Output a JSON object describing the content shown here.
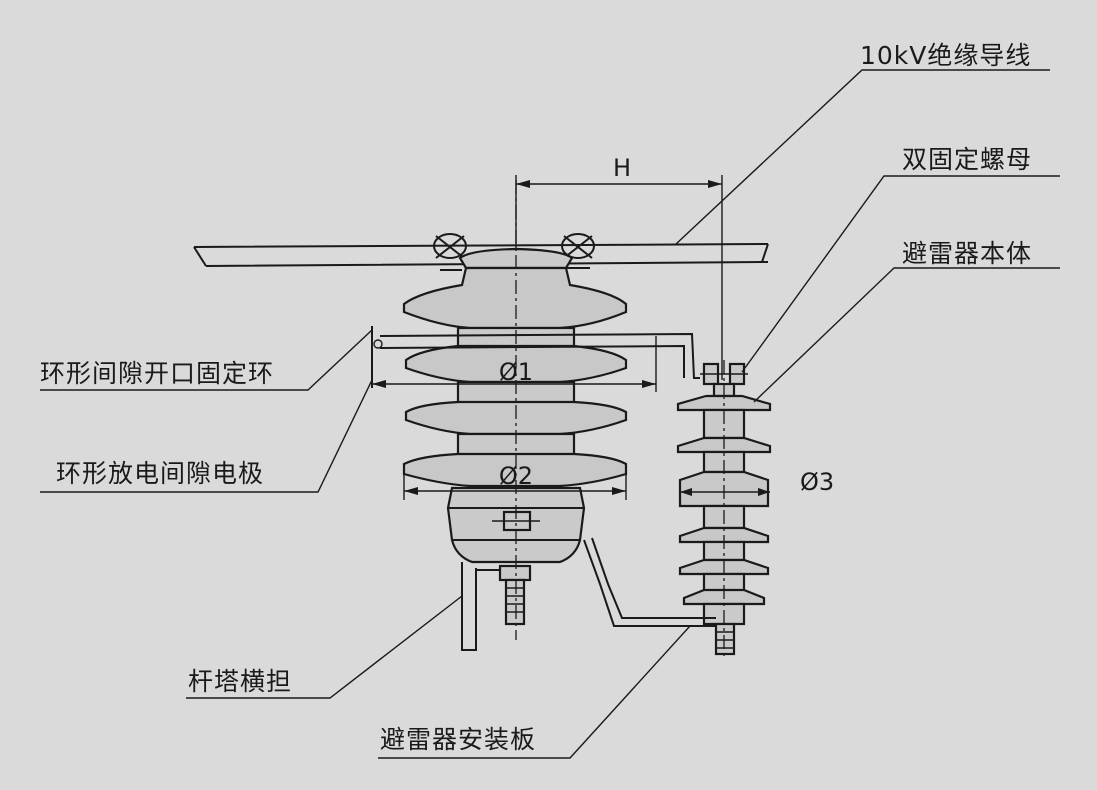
{
  "labels": {
    "conductor": "10kV绝缘导线",
    "double_nut": "双固定螺母",
    "arrester_body": "避雷器本体",
    "ring_gap_fixing_ring": "环形间隙开口固定环",
    "ring_discharge_electrode": "环形放电间隙电极",
    "pole_crossarm": "杆塔横担",
    "arrester_mount_plate": "避雷器安装板"
  },
  "dimensions": {
    "h": "H",
    "d1": "Ø1",
    "d2": "Ø2",
    "d3": "Ø3"
  }
}
